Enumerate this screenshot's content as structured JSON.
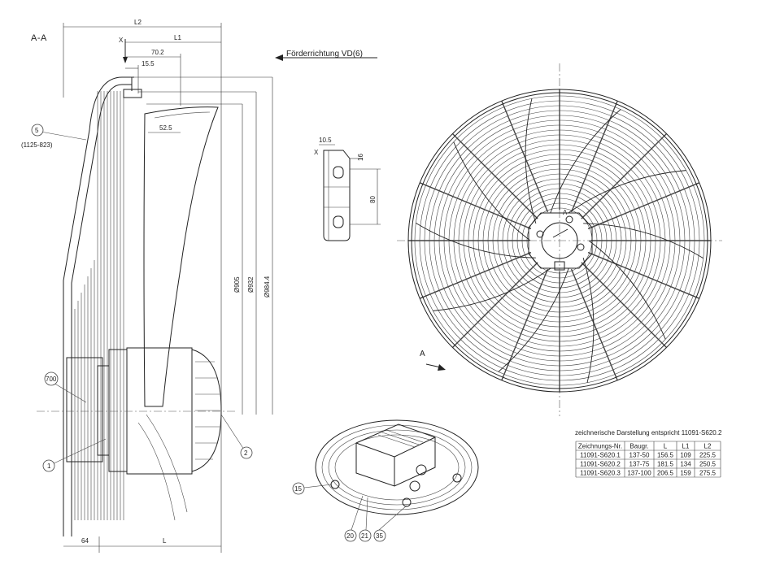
{
  "section_label": "A-A",
  "flow_direction": "Förderrichtung VD(6)",
  "dimensions": {
    "L2": "L2",
    "L1": "L1",
    "L": "L",
    "d702": "70.2",
    "d155": "15.5",
    "d525": "52.5",
    "d64": "64",
    "x": "X",
    "dia905": "Ø905",
    "dia932": "Ø932",
    "dia984": "Ø984.4"
  },
  "detail_x": {
    "label": "X",
    "d105": "10.5",
    "d16": "16",
    "d80": "80"
  },
  "section_marker": "A",
  "callouts": {
    "c5": "5",
    "c5_sub": "(1125-823)",
    "c700": "700",
    "c1": "1",
    "c2": "2",
    "c15": "15",
    "c20": "20",
    "c21": "21",
    "c35": "35"
  },
  "table": {
    "caption": "zeichnerische Darstellung entspricht 11091-S620.2",
    "headers": [
      "Zeichnungs-Nr.",
      "Baugr.",
      "L",
      "L1",
      "L2"
    ],
    "rows": [
      [
        "11091-S620.1",
        "137-50",
        "156.5",
        "109",
        "225.5"
      ],
      [
        "11091-S620.2",
        "137-75",
        "181.5",
        "134",
        "250.5"
      ],
      [
        "11091-S620.3",
        "137-100",
        "206.5",
        "159",
        "275.5"
      ]
    ]
  }
}
